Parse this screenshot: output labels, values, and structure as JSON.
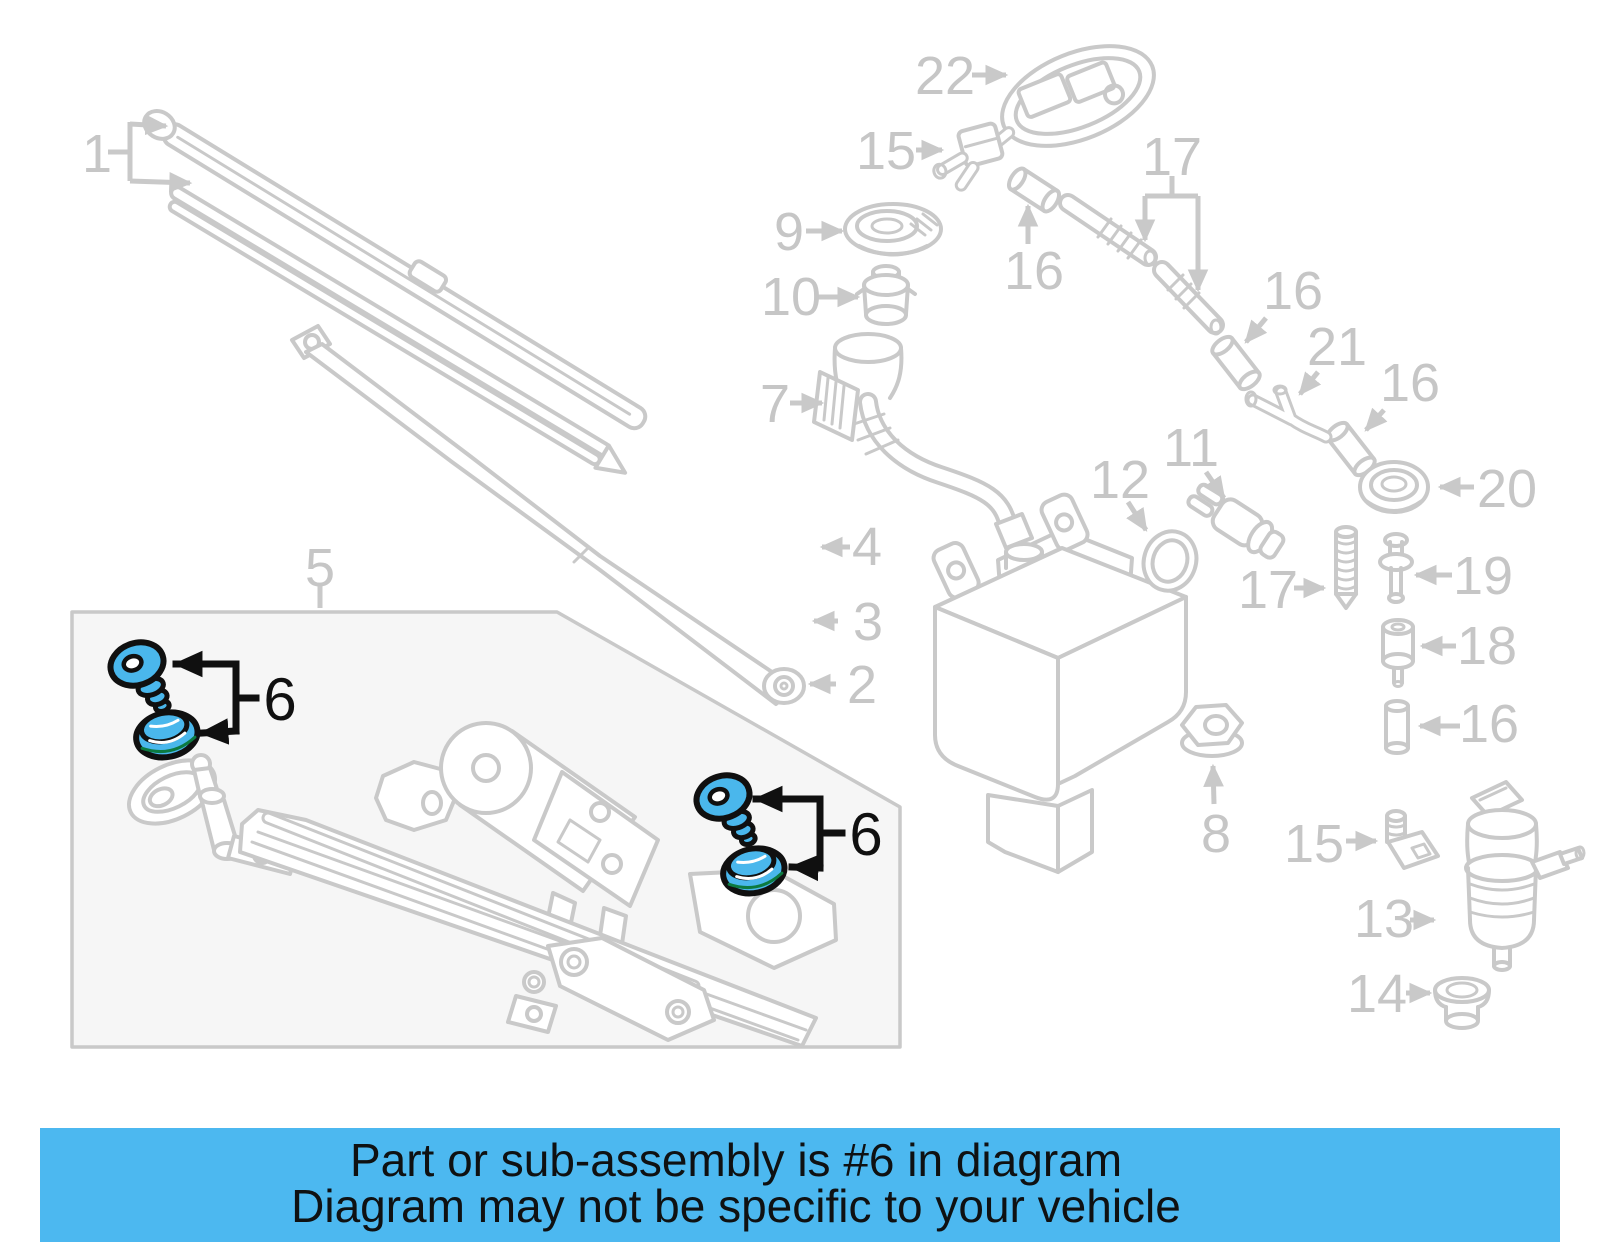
{
  "banner": {
    "line1": "Part or sub-assembly is #6 in diagram",
    "line2": "Diagram may not be specific to your vehicle",
    "background": "#4cb8f0",
    "text_color": "#0f1112"
  },
  "highlight": {
    "label": "6",
    "fill": "#4ab7ec",
    "outline": "#101010",
    "occurrences": 2
  },
  "diagram": {
    "type": "exploded-parts-diagram",
    "subject": "windshield wiper and washer system",
    "line_color": "#c9c9c9",
    "label_color": "#c6c6c6",
    "box_fill": "#f6f6f6",
    "background": "#ffffff",
    "labels": [
      {
        "name": "callout-1",
        "text": "1"
      },
      {
        "name": "callout-5",
        "text": "5"
      },
      {
        "name": "callout-2",
        "text": "2"
      },
      {
        "name": "callout-3",
        "text": "3"
      },
      {
        "name": "callout-4",
        "text": "4"
      },
      {
        "name": "callout-7",
        "text": "7"
      },
      {
        "name": "callout-9",
        "text": "9"
      },
      {
        "name": "callout-10",
        "text": "10"
      },
      {
        "name": "callout-8",
        "text": "8"
      },
      {
        "name": "callout-11",
        "text": "11"
      },
      {
        "name": "callout-12",
        "text": "12"
      },
      {
        "name": "callout-13",
        "text": "13"
      },
      {
        "name": "callout-14",
        "text": "14"
      },
      {
        "name": "callout-15-top",
        "text": "15"
      },
      {
        "name": "callout-15-bottom",
        "text": "15"
      },
      {
        "name": "callout-16-top",
        "text": "16"
      },
      {
        "name": "callout-16-upper-right",
        "text": "16"
      },
      {
        "name": "callout-16-mid-right",
        "text": "16"
      },
      {
        "name": "callout-16-lower-right",
        "text": "16"
      },
      {
        "name": "callout-17-top",
        "text": "17"
      },
      {
        "name": "callout-17-mid",
        "text": "17"
      },
      {
        "name": "callout-18",
        "text": "18"
      },
      {
        "name": "callout-19",
        "text": "19"
      },
      {
        "name": "callout-20",
        "text": "20"
      },
      {
        "name": "callout-21",
        "text": "21"
      },
      {
        "name": "callout-22",
        "text": "22"
      }
    ]
  }
}
